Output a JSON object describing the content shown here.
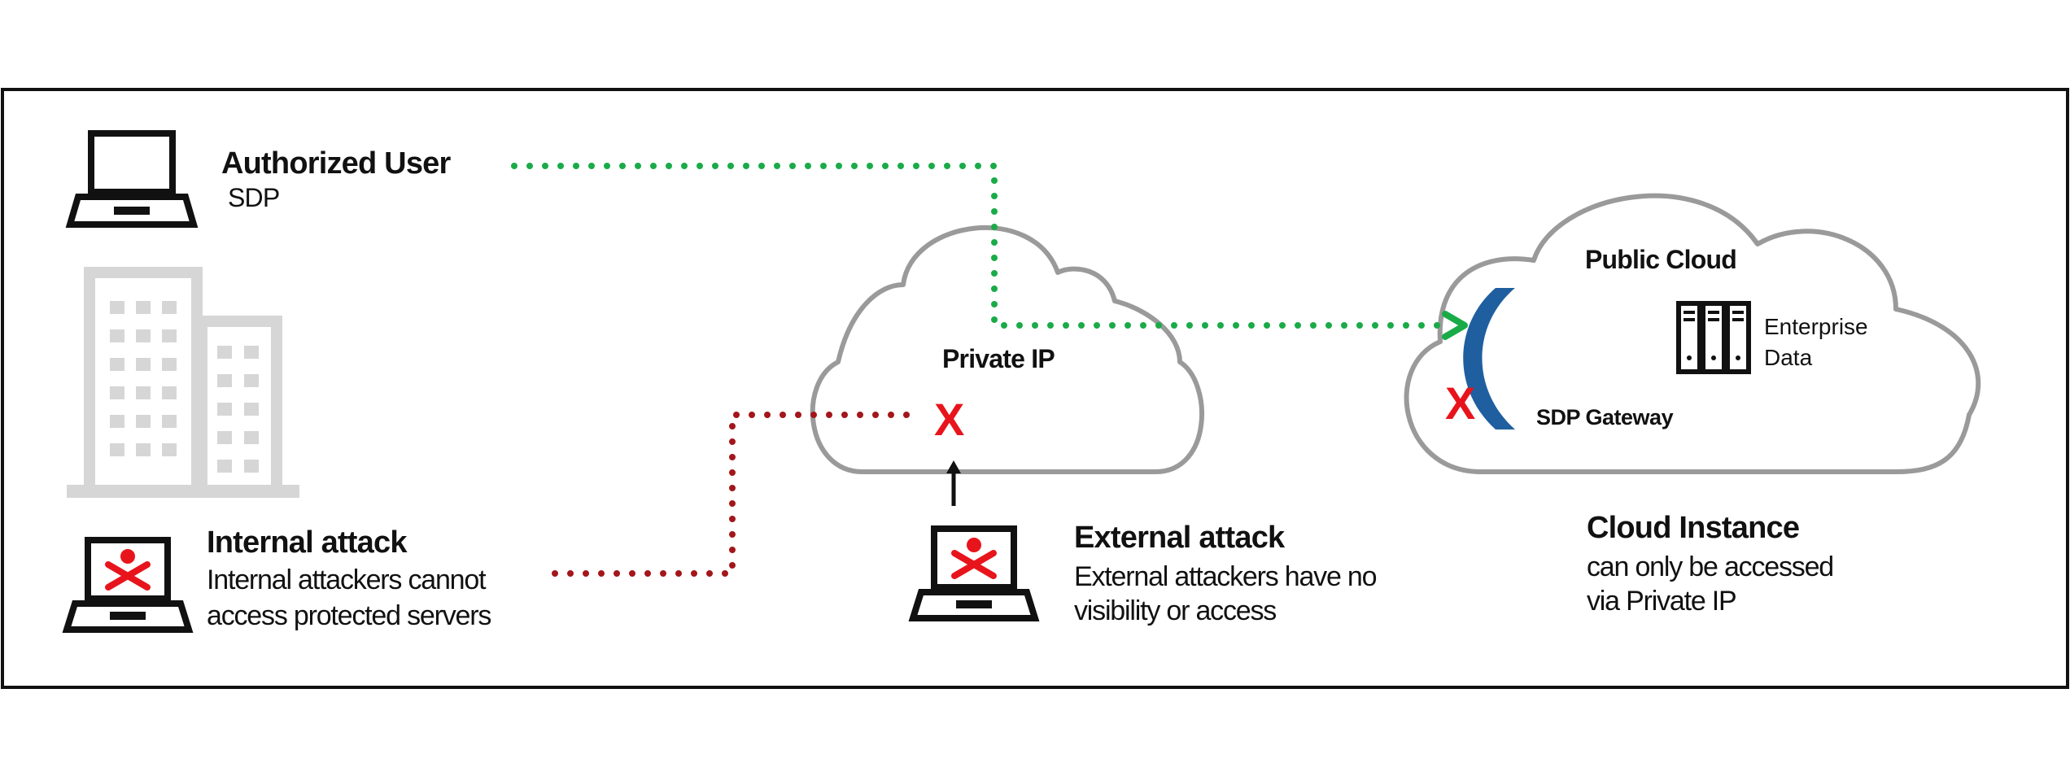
{
  "authorized_user": {
    "title": "Authorized User",
    "subtitle": "SDP"
  },
  "internal_attack": {
    "title": "Internal attack",
    "line1": "Internal attackers cannot",
    "line2": "access protected servers"
  },
  "external_attack": {
    "title": "External attack",
    "line1": "External attackers have no",
    "line2": "visibility or access"
  },
  "private_cloud": {
    "label": "Private IP"
  },
  "public_cloud": {
    "label": "Public Cloud",
    "data_label_1": "Enterprise",
    "data_label_2": "Data",
    "gateway_label": "SDP Gateway"
  },
  "cloud_instance": {
    "title": "Cloud Instance",
    "line1": "can only be accessed",
    "line2": "via Private IP"
  },
  "marks": {
    "blocked": "X"
  },
  "colors": {
    "allowed_path": "#1aab48",
    "attack_path": "#a3161a",
    "blocked_x": "#e8141c",
    "gateway": "#1f5fa0",
    "cloud_outline": "#9a9a9a",
    "building": "#d6d6d6",
    "attacker_icon": "#e8141c"
  },
  "icons": [
    "laptop-icon",
    "building-icon",
    "attacker-laptop-icon",
    "cloud-icon",
    "server-rack-icon",
    "gateway-arc-icon"
  ]
}
